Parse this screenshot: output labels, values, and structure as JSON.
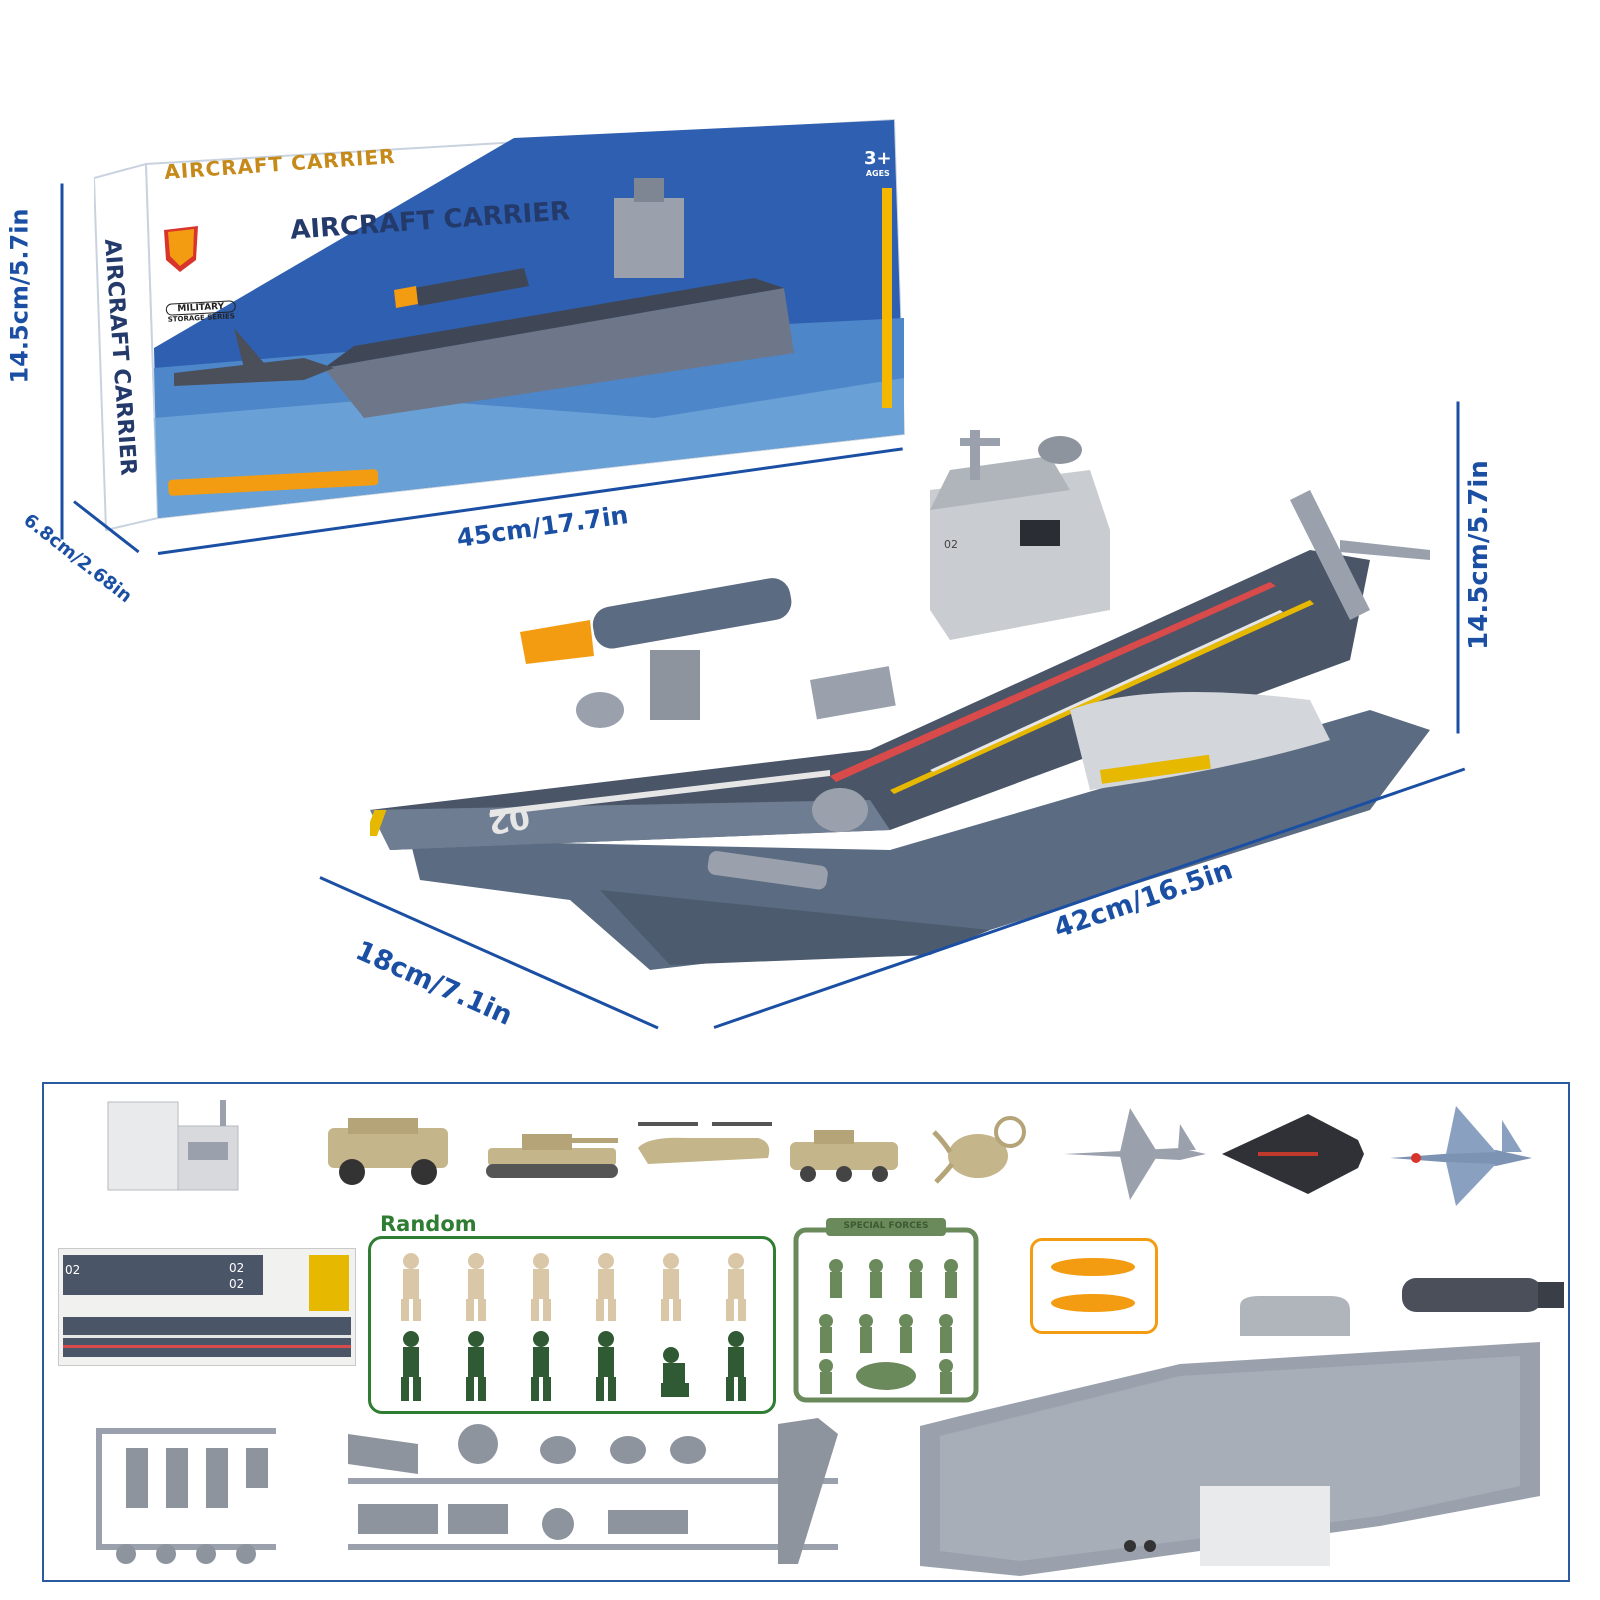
{
  "box": {
    "title": "AIRCRAFT CARRIER",
    "top_title": "AIRCRAFT CARRIER",
    "side_title": "AIRCRAFT CARRIER",
    "badge_line1": "MILITARY",
    "badge_line2": "STORAGE SERIES",
    "age": "3+",
    "age_sub": "AGES"
  },
  "dimensions": {
    "box_height": "14.5cm/5.7in",
    "box_depth": "6.8cm/2.68in",
    "box_length": "45cm/17.7in",
    "ship_height": "14.5cm/5.7in",
    "ship_width": "18cm/7.1in",
    "ship_length": "42cm/16.5in"
  },
  "ship": {
    "deck_number": "02",
    "tower_number": "02"
  },
  "parts": {
    "random_label": "Random",
    "sprue_label": "SPECIAL FORCES",
    "sticker_numbers": [
      "02",
      "02",
      "02"
    ]
  },
  "colors": {
    "dimension_blue": "#1a4fa3",
    "hull_grey": "#5b6b82",
    "deck_dark": "#4a5567",
    "tower_grey": "#c9ccd1",
    "soldier_tan": "#d9c7a8",
    "soldier_green": "#2f5a34",
    "sprue_green": "#6b8a5c",
    "missile_orange": "#f39c12",
    "frame_blue": "#2a5aa0",
    "random_green": "#2e7d32"
  }
}
